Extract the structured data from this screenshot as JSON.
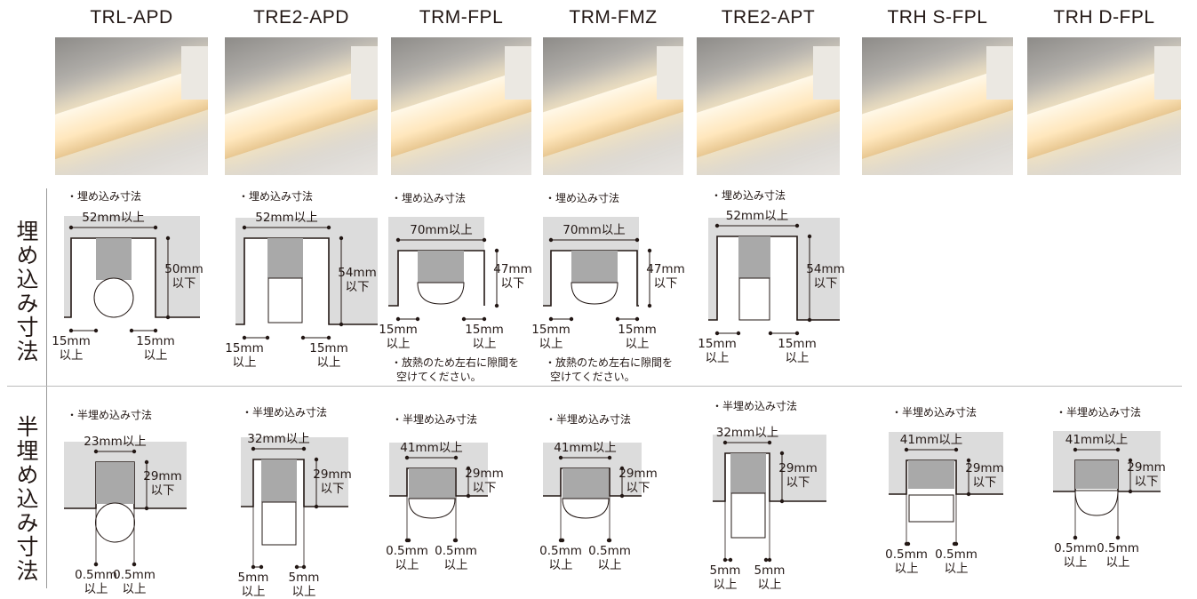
{
  "products": [
    {
      "name": "TRL-APD",
      "photo": "product-photo"
    },
    {
      "name": "TRE2-APD",
      "photo": "product-photo"
    },
    {
      "name": "TRM-FPL",
      "photo": "product-photo"
    },
    {
      "name": "TRM-FMZ",
      "photo": "product-photo"
    },
    {
      "name": "TRE2-APT",
      "photo": "product-photo"
    },
    {
      "name": "TRH S-FPL",
      "photo": "product-photo"
    },
    {
      "name": "TRH D-FPL",
      "photo": "product-photo"
    }
  ],
  "rows": {
    "embedded": "埋め込み寸法",
    "semi_embedded": "半埋め込み寸法"
  },
  "embedded": [
    {
      "title": "・埋め込み寸法",
      "width": "52mm以上",
      "height": [
        "50mm",
        "以下"
      ],
      "gap_left": [
        "15mm",
        "以上"
      ],
      "gap_right": [
        "15mm",
        "以上"
      ],
      "note": ""
    },
    {
      "title": "・埋め込み寸法",
      "width": "52mm以上",
      "height": [
        "54mm",
        "以下"
      ],
      "gap_left": [
        "15mm",
        "以上"
      ],
      "gap_right": [
        "15mm",
        "以上"
      ],
      "note": ""
    },
    {
      "title": "・埋め込み寸法",
      "width": "70mm以上",
      "height": [
        "47mm",
        "以下"
      ],
      "gap_left": [
        "15mm",
        "以上"
      ],
      "gap_right": [
        "15mm",
        "以上"
      ],
      "note": [
        "・放熱のため左右に隙間を",
        "空けてください。"
      ]
    },
    {
      "title": "・埋め込み寸法",
      "width": "70mm以上",
      "height": [
        "47mm",
        "以下"
      ],
      "gap_left": [
        "15mm",
        "以上"
      ],
      "gap_right": [
        "15mm",
        "以上"
      ],
      "note": [
        "・放熱のため左右に隙間を",
        "空けてください。"
      ]
    },
    {
      "title": "・埋め込み寸法",
      "width": "52mm以上",
      "height": [
        "54mm",
        "以下"
      ],
      "gap_left": [
        "15mm",
        "以上"
      ],
      "gap_right": [
        "15mm",
        "以上"
      ],
      "note": ""
    }
  ],
  "semi_embedded": [
    {
      "title": "・半埋め込み寸法",
      "width": "23mm以上",
      "height": [
        "29mm",
        "以下"
      ],
      "gap_left": [
        "0.5mm",
        "以上"
      ],
      "gap_right": [
        "0.5mm",
        "以上"
      ]
    },
    {
      "title": "・半埋め込み寸法",
      "width": "32mm以上",
      "height": [
        "29mm",
        "以下"
      ],
      "gap_left": [
        "5mm",
        "以上"
      ],
      "gap_right": [
        "5mm",
        "以上"
      ]
    },
    {
      "title": "・半埋め込み寸法",
      "width": "41mm以上",
      "height": [
        "29mm",
        "以下"
      ],
      "gap_left": [
        "0.5mm",
        "以上"
      ],
      "gap_right": [
        "0.5mm",
        "以上"
      ]
    },
    {
      "title": "・半埋め込み寸法",
      "width": "41mm以上",
      "height": [
        "29mm",
        "以下"
      ],
      "gap_left": [
        "0.5mm",
        "以上"
      ],
      "gap_right": [
        "0.5mm",
        "以上"
      ]
    },
    {
      "title": "・半埋め込み寸法",
      "width": "32mm以上",
      "height": [
        "29mm",
        "以下"
      ],
      "gap_left": [
        "5mm",
        "以上"
      ],
      "gap_right": [
        "5mm",
        "以上"
      ]
    },
    {
      "title": "・半埋め込み寸法",
      "width": "41mm以上",
      "height": [
        "29mm",
        "以下"
      ],
      "gap_left": [
        "0.5mm",
        "以上"
      ],
      "gap_right": [
        "0.5mm",
        "以上"
      ]
    },
    {
      "title": "・半埋め込み寸法",
      "width": "41mm以上",
      "height": [
        "29mm",
        "以下"
      ],
      "gap_left": [
        "0.5mm",
        "以上"
      ],
      "gap_right": [
        "0.5mm",
        "以上"
      ]
    }
  ],
  "colors": {
    "ceiling": "#dcdcdc",
    "module": "#a9a9a9",
    "line": "#231815"
  }
}
